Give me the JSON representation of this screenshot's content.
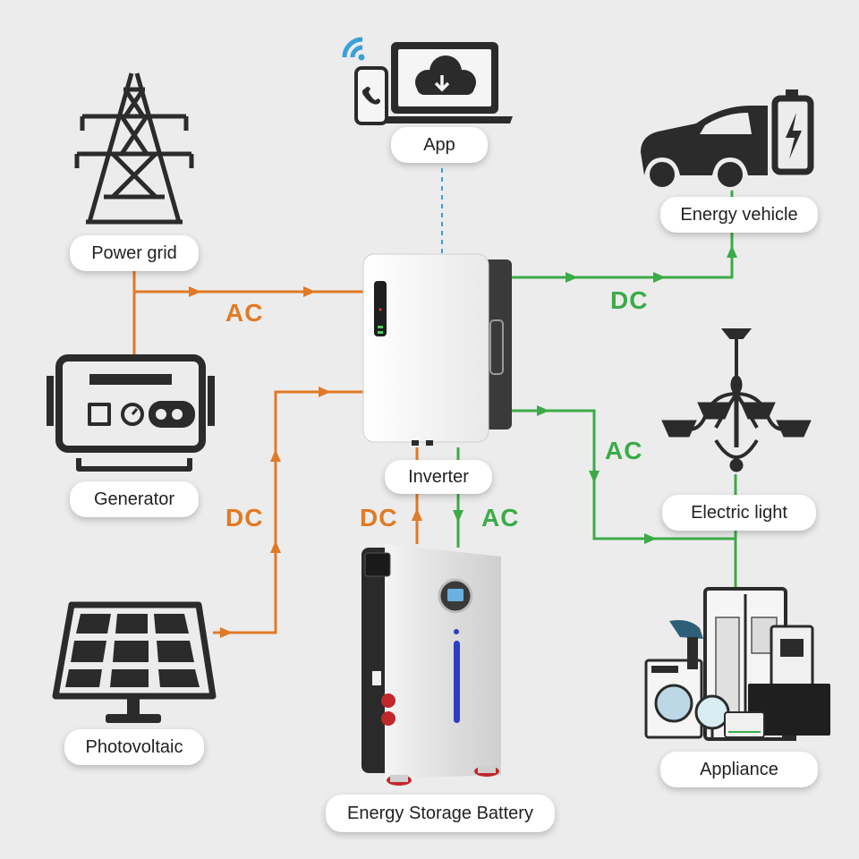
{
  "colors": {
    "ac_line": "#e07a26",
    "dc_line": "#e07a26",
    "output_line": "#3bab48",
    "app_link": "#3aa0d9",
    "icon_dark": "#2b2b2b",
    "background": "#ececec"
  },
  "nodes": {
    "app": {
      "label": "App",
      "icon": "laptop-phone-cloud-icon"
    },
    "power_grid": {
      "label": "Power grid",
      "icon": "transmission-tower-icon"
    },
    "generator": {
      "label": "Generator",
      "icon": "generator-icon"
    },
    "photovoltaic": {
      "label": "Photovoltaic",
      "icon": "solar-panel-icon"
    },
    "inverter": {
      "label": "Inverter",
      "icon": "inverter-icon"
    },
    "battery": {
      "label": "Energy Storage Battery",
      "icon": "battery-cabinet-icon"
    },
    "vehicle": {
      "label": "Energy vehicle",
      "icon": "electric-car-icon"
    },
    "light": {
      "label": "Electric light",
      "icon": "chandelier-icon"
    },
    "appliance": {
      "label": "Appliance",
      "icon": "home-appliances-icon"
    }
  },
  "flows": {
    "grid_to_inverter": "AC",
    "pv_to_inverter": "DC",
    "battery_to_inverter": "DC",
    "inverter_to_battery": "AC",
    "inverter_to_vehicle": "DC",
    "inverter_to_loads": "AC"
  }
}
